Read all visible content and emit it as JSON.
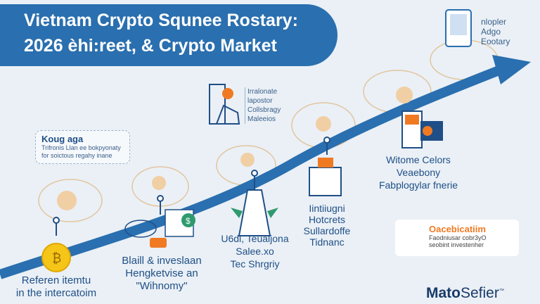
{
  "header": {
    "title_line1": "Vietnam Crypto Squnee Rostary:",
    "title_line2": "2026 èhi:reet, & Crypto Market"
  },
  "top_right": {
    "lines": [
      "nlopler",
      "Adgo",
      "Eootary"
    ]
  },
  "callout_left": {
    "title": "Koug aga",
    "lines": [
      "Trifronis Llan ee bokpyonaty",
      "for soictous regahy inane"
    ]
  },
  "milestone_pin": {
    "lines": [
      "Irralonate",
      "lapostor",
      "Collsbragy",
      "Maleeios"
    ]
  },
  "milestones": [
    {
      "lines": [
        "Referen itemtu",
        "in the intercatoim"
      ]
    },
    {
      "lines": [
        "Blaill & inveslaan",
        "Hengketvise an",
        "\"Wihnomy\""
      ]
    },
    {
      "lines": [
        "U6dl, Teualjona",
        "Salee.xo",
        "Tec Shrgriy"
      ]
    },
    {
      "lines": [
        "Iintiiugni",
        "Hotcrets",
        "Sullardoffe",
        "Tidnanc"
      ]
    },
    {
      "lines": [
        "Witome Celors",
        "Veaebony",
        "Fabplogylar fnerie"
      ]
    }
  ],
  "info_card": {
    "title": "Oacebicatiim",
    "lines": [
      "Faodniusar cobr3yO",
      "seobint investenher"
    ]
  },
  "brand": {
    "bold": "Mato",
    "rest": "Sefier",
    "tm": "™"
  },
  "colors": {
    "primary": "#2a6faf",
    "accent": "#f07a22",
    "dark": "#1f4f86"
  }
}
